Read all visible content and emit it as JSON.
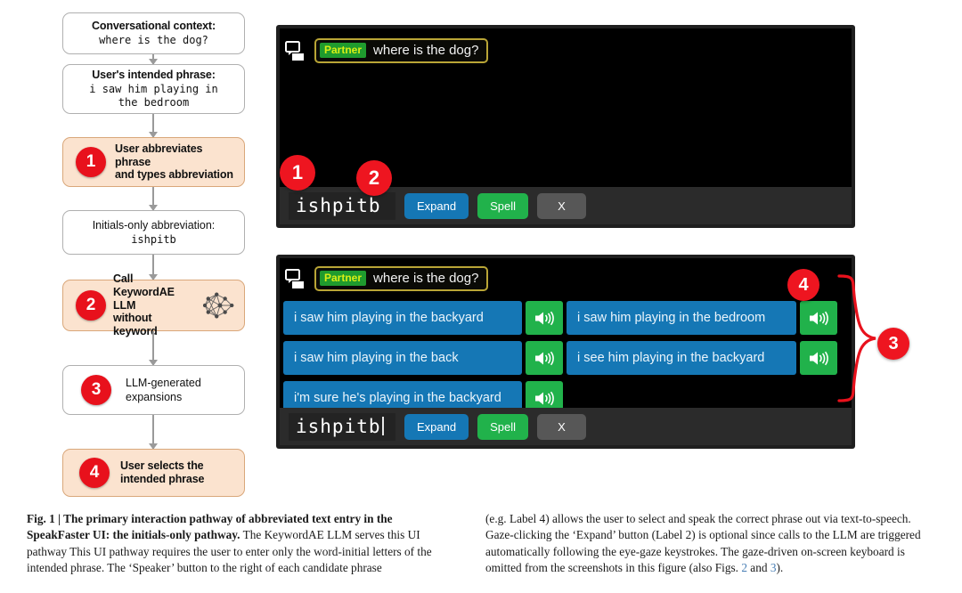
{
  "flowchart": {
    "nodes": [
      {
        "title": "Conversational context:",
        "value": "where is the dog?",
        "style": "plain-mono",
        "badge": null
      },
      {
        "title": "User's intended phrase:",
        "value": "i saw him playing in\nthe bedroom",
        "style": "plain-mono",
        "badge": null
      },
      {
        "title": "User abbreviates phrase\nand types abbreviation",
        "value": "",
        "style": "accent-badge",
        "badge": "1"
      },
      {
        "title": "Initials-only abbreviation:",
        "value": "ishpitb",
        "style": "plain-mono-light",
        "badge": null
      },
      {
        "title": "Call KeywordAE LLM\nwithout keyword",
        "value": "",
        "style": "accent-badge-icon",
        "badge": "2",
        "icon": "neural-network-icon"
      },
      {
        "title": "LLM-generated\nexpansions",
        "value": "",
        "style": "plain-badge",
        "badge": "3"
      },
      {
        "title": "User selects the\nintended phrase",
        "value": "",
        "style": "accent-badge",
        "badge": "4"
      }
    ]
  },
  "panel_top": {
    "context": {
      "tag": "Partner",
      "text": "where is the dog?"
    },
    "input": {
      "abbreviation": "ishpitb",
      "caret": false
    },
    "buttons": {
      "expand": "Expand",
      "spell": "Spell",
      "clear": "X"
    },
    "callouts": [
      "1",
      "2"
    ]
  },
  "panel_bottom": {
    "context": {
      "tag": "Partner",
      "text": "where is the dog?"
    },
    "options_left": [
      "i saw him playing in the backyard",
      "i saw him playing in the back",
      "i'm sure he's playing in the backyard"
    ],
    "options_right": [
      "i saw him playing in the bedroom",
      "i see him playing in the backyard"
    ],
    "input": {
      "abbreviation": "ishpitb",
      "caret": true
    },
    "buttons": {
      "expand": "Expand",
      "spell": "Spell",
      "clear": "X"
    },
    "callouts": [
      "4",
      "3"
    ]
  },
  "caption": {
    "fig_label": "Fig. 1 | ",
    "bold_part": "The primary interaction pathway of abbreviated text entry in the SpeakFaster UI: the initials-only pathway.",
    "left_body": " The KeywordAE LLM serves this UI pathway This UI pathway requires the user to enter only the word-initial letters of the intended phrase. The ‘Speaker’ button to the right of each candidate phrase",
    "right_body_1": "(e.g. Label 4) allows the user to select and speak the correct phrase out via text-to-speech. Gaze-clicking the ‘Expand’ button (Label 2) is optional since calls to the LLM are triggered automatically following the eye-gaze keystrokes. The gaze-driven on-screen keyboard is omitted from the screenshots in this figure (also Figs. ",
    "link_1": "2",
    "right_mid": " and ",
    "link_2": "3",
    "right_body_2": ")."
  },
  "colors": {
    "badge_red": "#e8111c",
    "accent_box": "#fbe3cf",
    "option_blue": "#1577b5",
    "speak_green": "#21b24b",
    "partner_green": "#1f9b2e",
    "partner_text": "#d9ef15",
    "panel_bg": "#000000",
    "input_bar": "#2b2b2b"
  }
}
